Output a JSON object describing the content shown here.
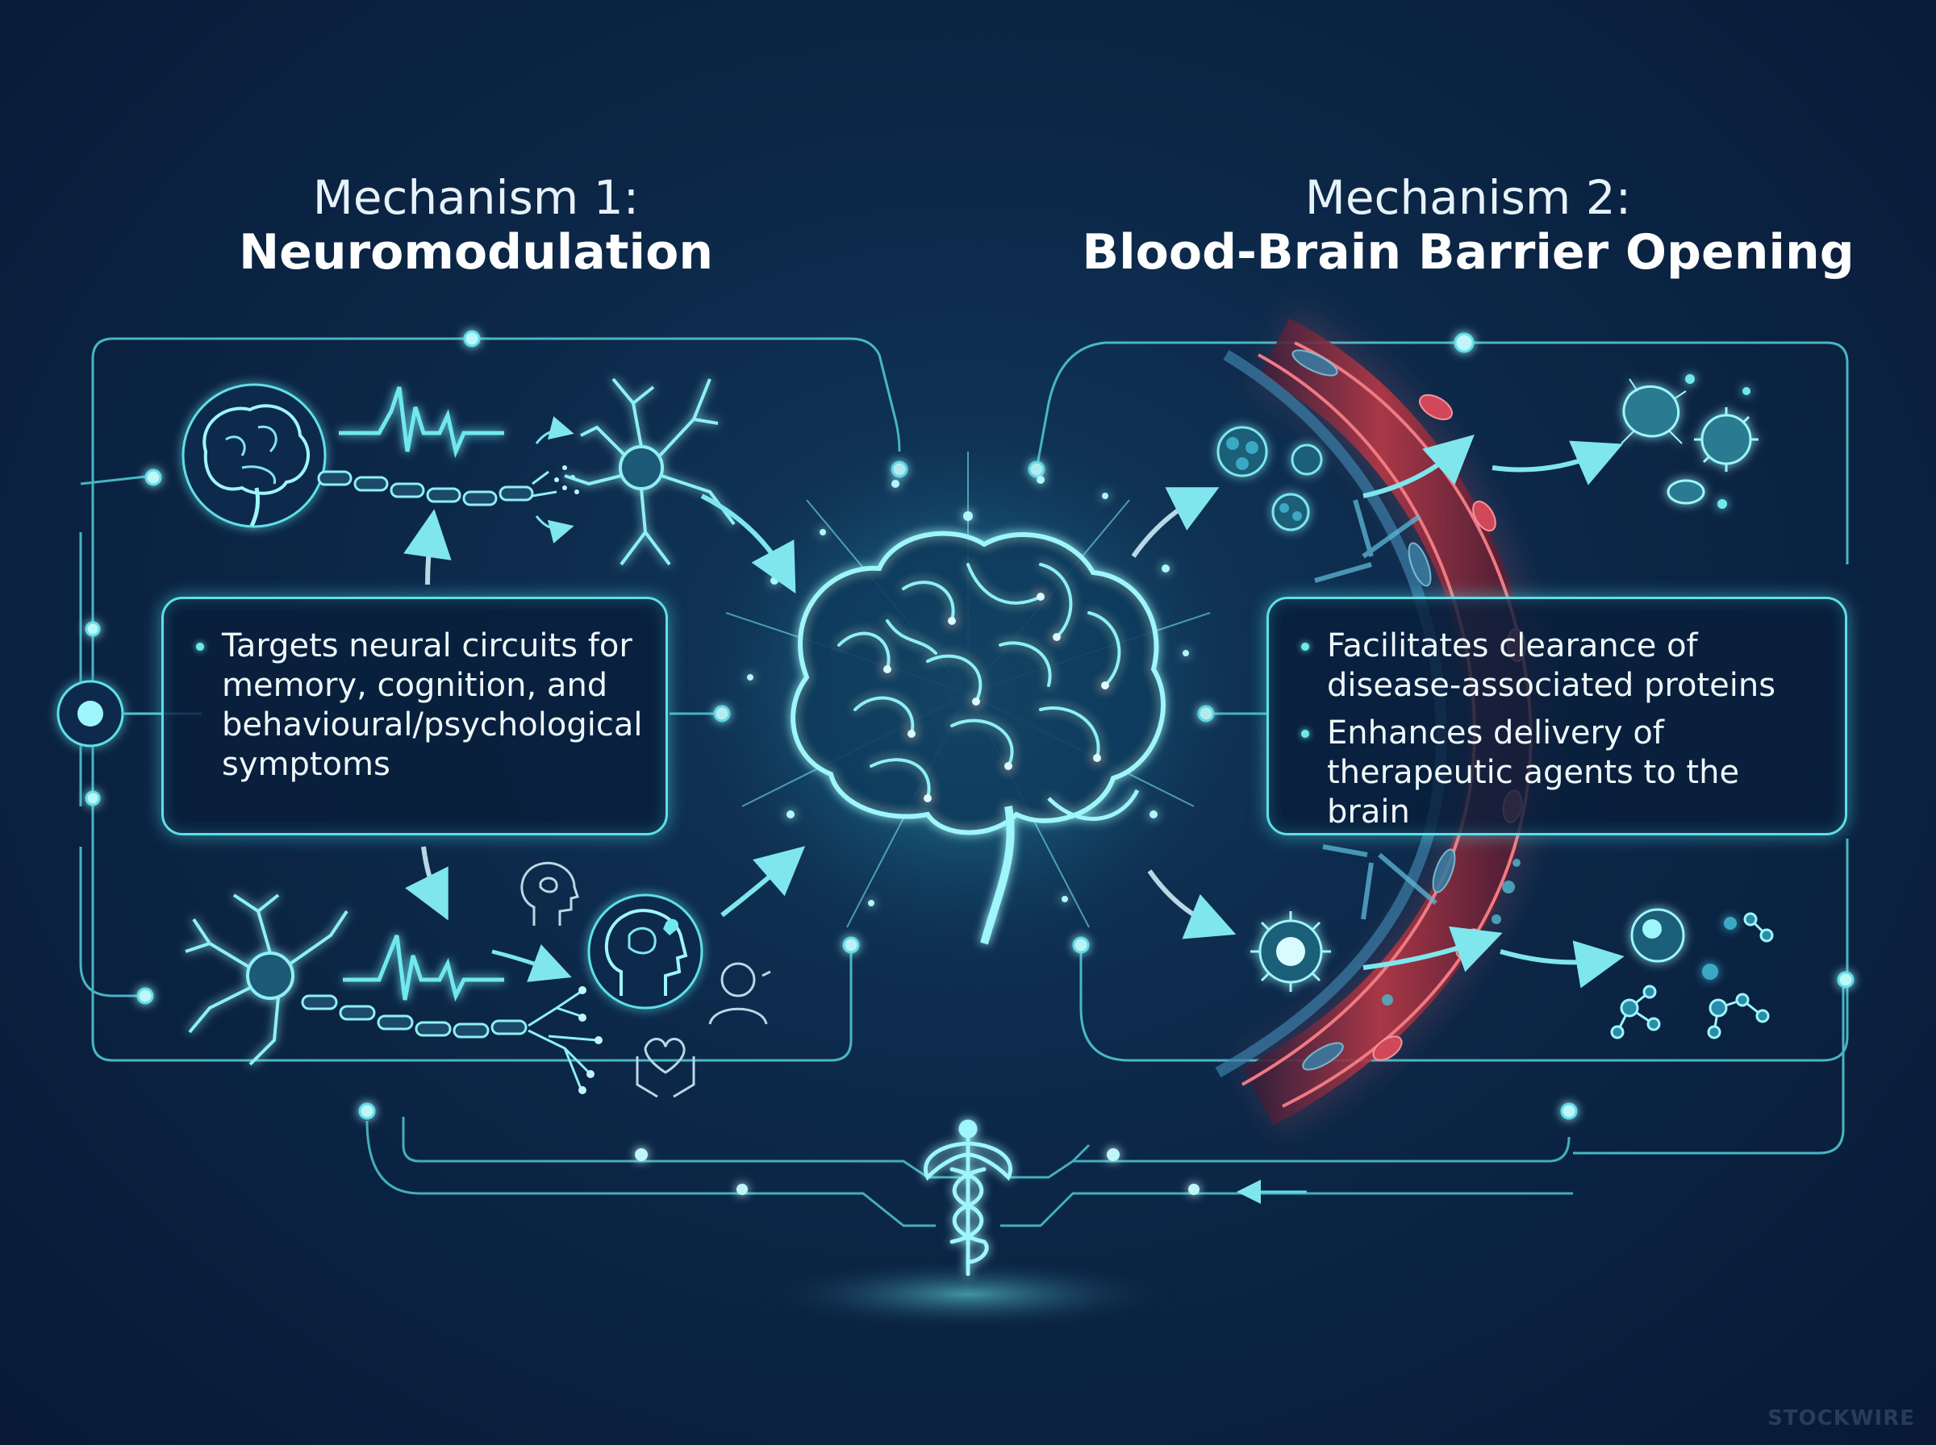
{
  "left_panel": {
    "heading_line1": "Mechanism 1:",
    "heading_line2": "Neuromodulation",
    "bullets": [
      "Targets neural circuits for memory, cognition, and behavioural/psychological symptoms"
    ]
  },
  "right_panel": {
    "heading_line1": "Mechanism 2:",
    "heading_line2": "Blood-Brain Barrier Opening",
    "bullets": [
      "Facilitates clearance of disease-associated proteins",
      "Enhances delivery of therapeutic agents to the brain"
    ]
  },
  "watermark": "STOCKWIRE",
  "colors": {
    "background": "#0a2142",
    "accent_cyan": "#5fe0e8",
    "vessel_red": "#c8404e",
    "glow": "#8ff4f8"
  },
  "icons": [
    "brain-icon",
    "neuron-icon",
    "heartbeat-icon",
    "arrow-icon",
    "head-profile-icon",
    "person-icon",
    "hands-heart-icon",
    "cell-icon",
    "molecule-icon",
    "blood-vessel-icon",
    "caduceus-icon"
  ]
}
